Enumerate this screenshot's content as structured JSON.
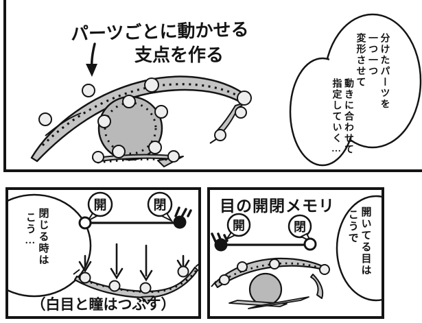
{
  "colors": {
    "ink": "#141414",
    "band_gray": "#c4c4c4",
    "iris_gray": "#b9b9b9",
    "node_gray": "#eeeeee",
    "background": "#ffffff"
  },
  "panel_rig": {
    "title_line1": "パーツごとに動かせる",
    "title_line2": "支点を作る",
    "speech_bubble": {
      "col1": "分けたパーツを",
      "col2": "一つ一つ",
      "col3": "変形させて",
      "col4": "動きに合わせて",
      "col5": "指定していく…"
    }
  },
  "panel_closed": {
    "speech_bubble": {
      "col1": "閉じる時は",
      "col2": "こう…"
    },
    "open_label": "開",
    "close_label": "閉",
    "caption": "（白目と瞳はつぶす）"
  },
  "panel_open": {
    "title": "目の開閉メモリ",
    "open_label": "開",
    "close_label": "閉",
    "speech_bubble": {
      "col1": "開いてる目は",
      "col2": "こうで"
    }
  }
}
